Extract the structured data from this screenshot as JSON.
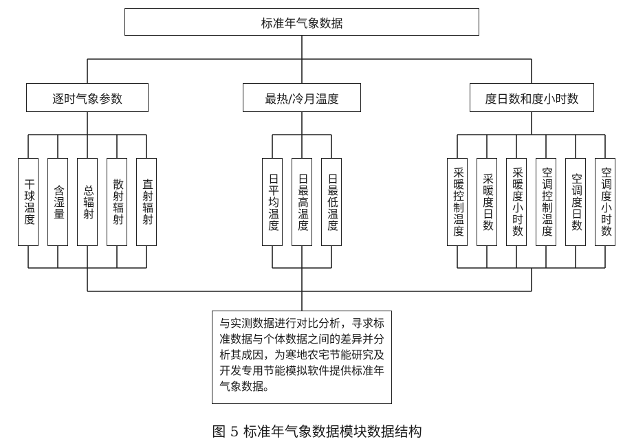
{
  "root": "标准年气象数据",
  "groups": [
    {
      "label": "逐时气象参数",
      "items": [
        "干球温度",
        "含湿量",
        "总辐射",
        "散射辐射",
        "直射辐射"
      ]
    },
    {
      "label": "最热/冷月温度",
      "items": [
        "日平均温度",
        "日最高温度",
        "日最低温度"
      ]
    },
    {
      "label": "度日数和度小时数",
      "items": [
        "采暖控制温度",
        "采暖度日数",
        "采暖度小时数",
        "空调控制温度",
        "空调度日数",
        "空调度小时数"
      ]
    }
  ],
  "note": "与实测数据进行对比分析，寻求标准数据与个体数据之间的差异并分析其成因，为寒地农宅节能研究及开发专用节能模拟软件提供标准年气象数据。",
  "caption": "图 5  标准年气象数据模块数据结构"
}
